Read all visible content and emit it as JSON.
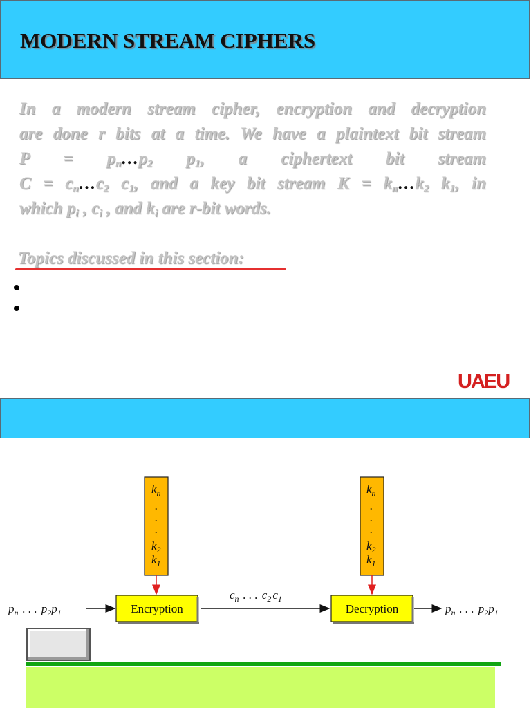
{
  "slide1": {
    "title": "MODERN STREAM CIPHERS",
    "intro_line1": "In a modern stream cipher, encryption and decryption",
    "intro_line2": "are done r bits at a time. We have a plaintext bit stream",
    "intro_line3": {
      "p_eq": "P   =   p",
      "p_n": "n",
      "p_dots": "…",
      "p2": "p",
      "p2_sub": "2",
      "p1": " p",
      "p1_sub": "1",
      "after": ",   a   ciphertext   bit   stream"
    },
    "intro_line4": {
      "c_eq": "C = c",
      "c_n": "n",
      "c_dots": "…",
      "c2": "c",
      "c2_sub": "2",
      "c1": " c",
      "c1_sub": "1",
      "mid": ", and a key bit stream K = k",
      "k_n": "n",
      "k_dots": "…",
      "k2": "k",
      "k2_sub": "2",
      "k1": " k",
      "k1_sub": "1",
      "after": ", in"
    },
    "intro_line5": {
      "pre": "which p",
      "p_i": "i",
      "c_pre": " , c",
      "c_i": "i",
      "k_pre": " , and k",
      "k_i": "i",
      "after": " are r-bit words."
    },
    "topics_heading": "Topics discussed in this section:",
    "logo": "UAEU"
  },
  "diagram": {
    "plaintext_in": {
      "p": "p",
      "n": "n",
      "dots": ". . .",
      "p2": "p",
      "two": "2",
      "p1": "p",
      "one": "1"
    },
    "encryption_label": "Encryption",
    "decryption_label": "Decryption",
    "ciphertext": {
      "c": "c",
      "n": "n",
      "dots": ". . .",
      "c2": "c",
      "two": "2",
      "c1": "c",
      "one": "1"
    },
    "plaintext_out": {
      "p": "p",
      "n": "n",
      "dots": ". . .",
      "p2": "p",
      "two": "2",
      "p1": "p",
      "one": "1"
    },
    "key_stream": {
      "k": "k",
      "n": "n",
      "dot": ".",
      "two": "2",
      "one": "1"
    }
  },
  "colors": {
    "header_bg": "#33ccff",
    "box_fill": "#ffff00",
    "key_fill": "#ffb800",
    "arrow_red": "#e02020",
    "green_line": "#11a511",
    "note_bg": "#ccff66",
    "logo_red": "#d42020"
  }
}
